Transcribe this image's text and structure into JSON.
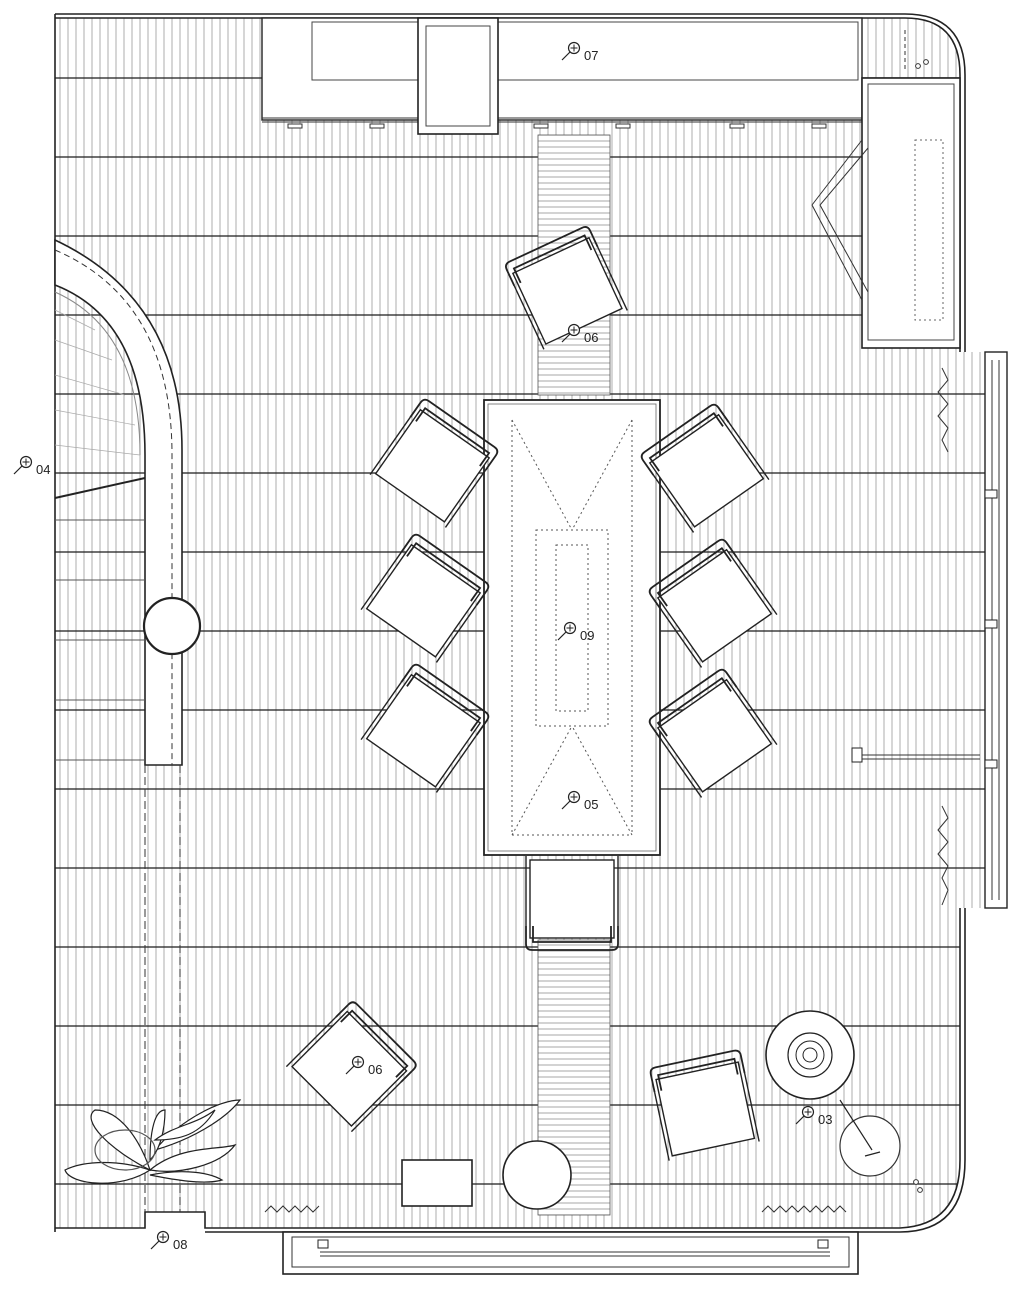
{
  "plan": {
    "callouts": [
      {
        "id": "c07",
        "label": "07"
      },
      {
        "id": "c06a",
        "label": "06"
      },
      {
        "id": "c04",
        "label": "04"
      },
      {
        "id": "c09",
        "label": "09"
      },
      {
        "id": "c05",
        "label": "05"
      },
      {
        "id": "c06b",
        "label": "06"
      },
      {
        "id": "c03",
        "label": "03"
      },
      {
        "id": "c08",
        "label": "08"
      }
    ]
  }
}
